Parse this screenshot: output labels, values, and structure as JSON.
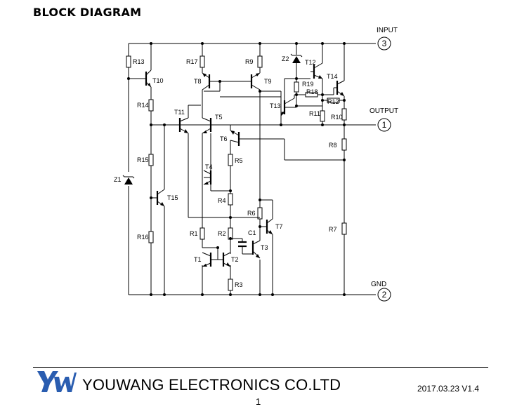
{
  "title": "BLOCK DIAGRAM",
  "pins": {
    "input": {
      "label": "INPUT",
      "number": "3"
    },
    "output": {
      "label": "OUTPUT",
      "number": "1"
    },
    "gnd": {
      "label": "GND",
      "number": "2"
    }
  },
  "transistors": [
    "T1",
    "T2",
    "T3",
    "T4",
    "T5",
    "T6",
    "T7",
    "T8",
    "T9",
    "T10",
    "T11",
    "T12",
    "T13",
    "T14",
    "T15"
  ],
  "resistors": [
    "R1",
    "R2",
    "R3",
    "R4",
    "R5",
    "R6",
    "R7",
    "R8",
    "R9",
    "R10",
    "R11",
    "R12",
    "R13",
    "R14",
    "R15",
    "R16",
    "R17",
    "R18",
    "R19"
  ],
  "diodes": [
    "Z1",
    "Z2"
  ],
  "capacitors": [
    "C1"
  ],
  "footer": {
    "company": "YOUWANG  ELECTRONICS  CO.LTD",
    "version": "2017.03.23 V1.4",
    "page_number": "1",
    "logo_text": "YW"
  }
}
